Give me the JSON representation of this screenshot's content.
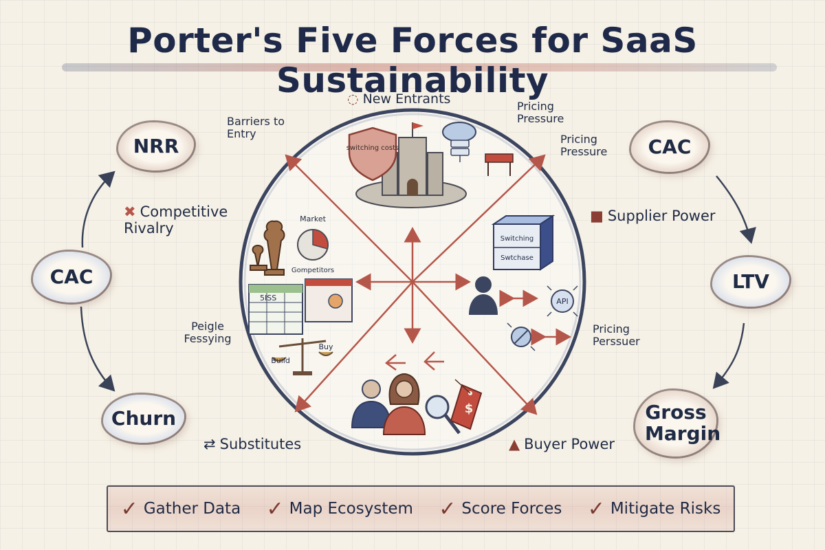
{
  "title": "Porter's Five Forces for SaaS Sustainability",
  "forces": {
    "new_entrants": "New Entrants",
    "supplier_power": "Supplier Power",
    "buyer_power": "Buyer Power",
    "substitutes": "Substitutes",
    "competitive_rivalry": "Competitive Rivalry"
  },
  "annotations": {
    "barriers_to_entry": "Barriers to Entry",
    "pricing_pressure_1": "Pricing Pressure",
    "pricing_pressure_2": "Pricing Pressure",
    "pricing_persuer": "Pricing Perssuer",
    "peigle_ressying": "Peigle Fessying"
  },
  "icon_labels": {
    "switching_costs": "switching costs",
    "market": "Market",
    "competitors": "Gompetitors",
    "server_top": "Switching",
    "server_bottom": "Swtchase",
    "api": "API",
    "sheet": "5ISS",
    "build": "Build",
    "buy": "Buy",
    "price_tag": "$"
  },
  "left_cycle": [
    "NRR",
    "CAC",
    "Churn"
  ],
  "right_cycle": [
    "CAC",
    "LTV",
    "Gross Margin"
  ],
  "steps": [
    "Gather Data",
    "Map Ecosystem",
    "Score Forces",
    "Mitigate Risks"
  ],
  "colors": {
    "ink": "#1f2a44",
    "accent_red": "#b5564a",
    "wash_red": "#d8a194",
    "wash_blue": "#9aa6c0",
    "paper": "#f6f1e6"
  }
}
